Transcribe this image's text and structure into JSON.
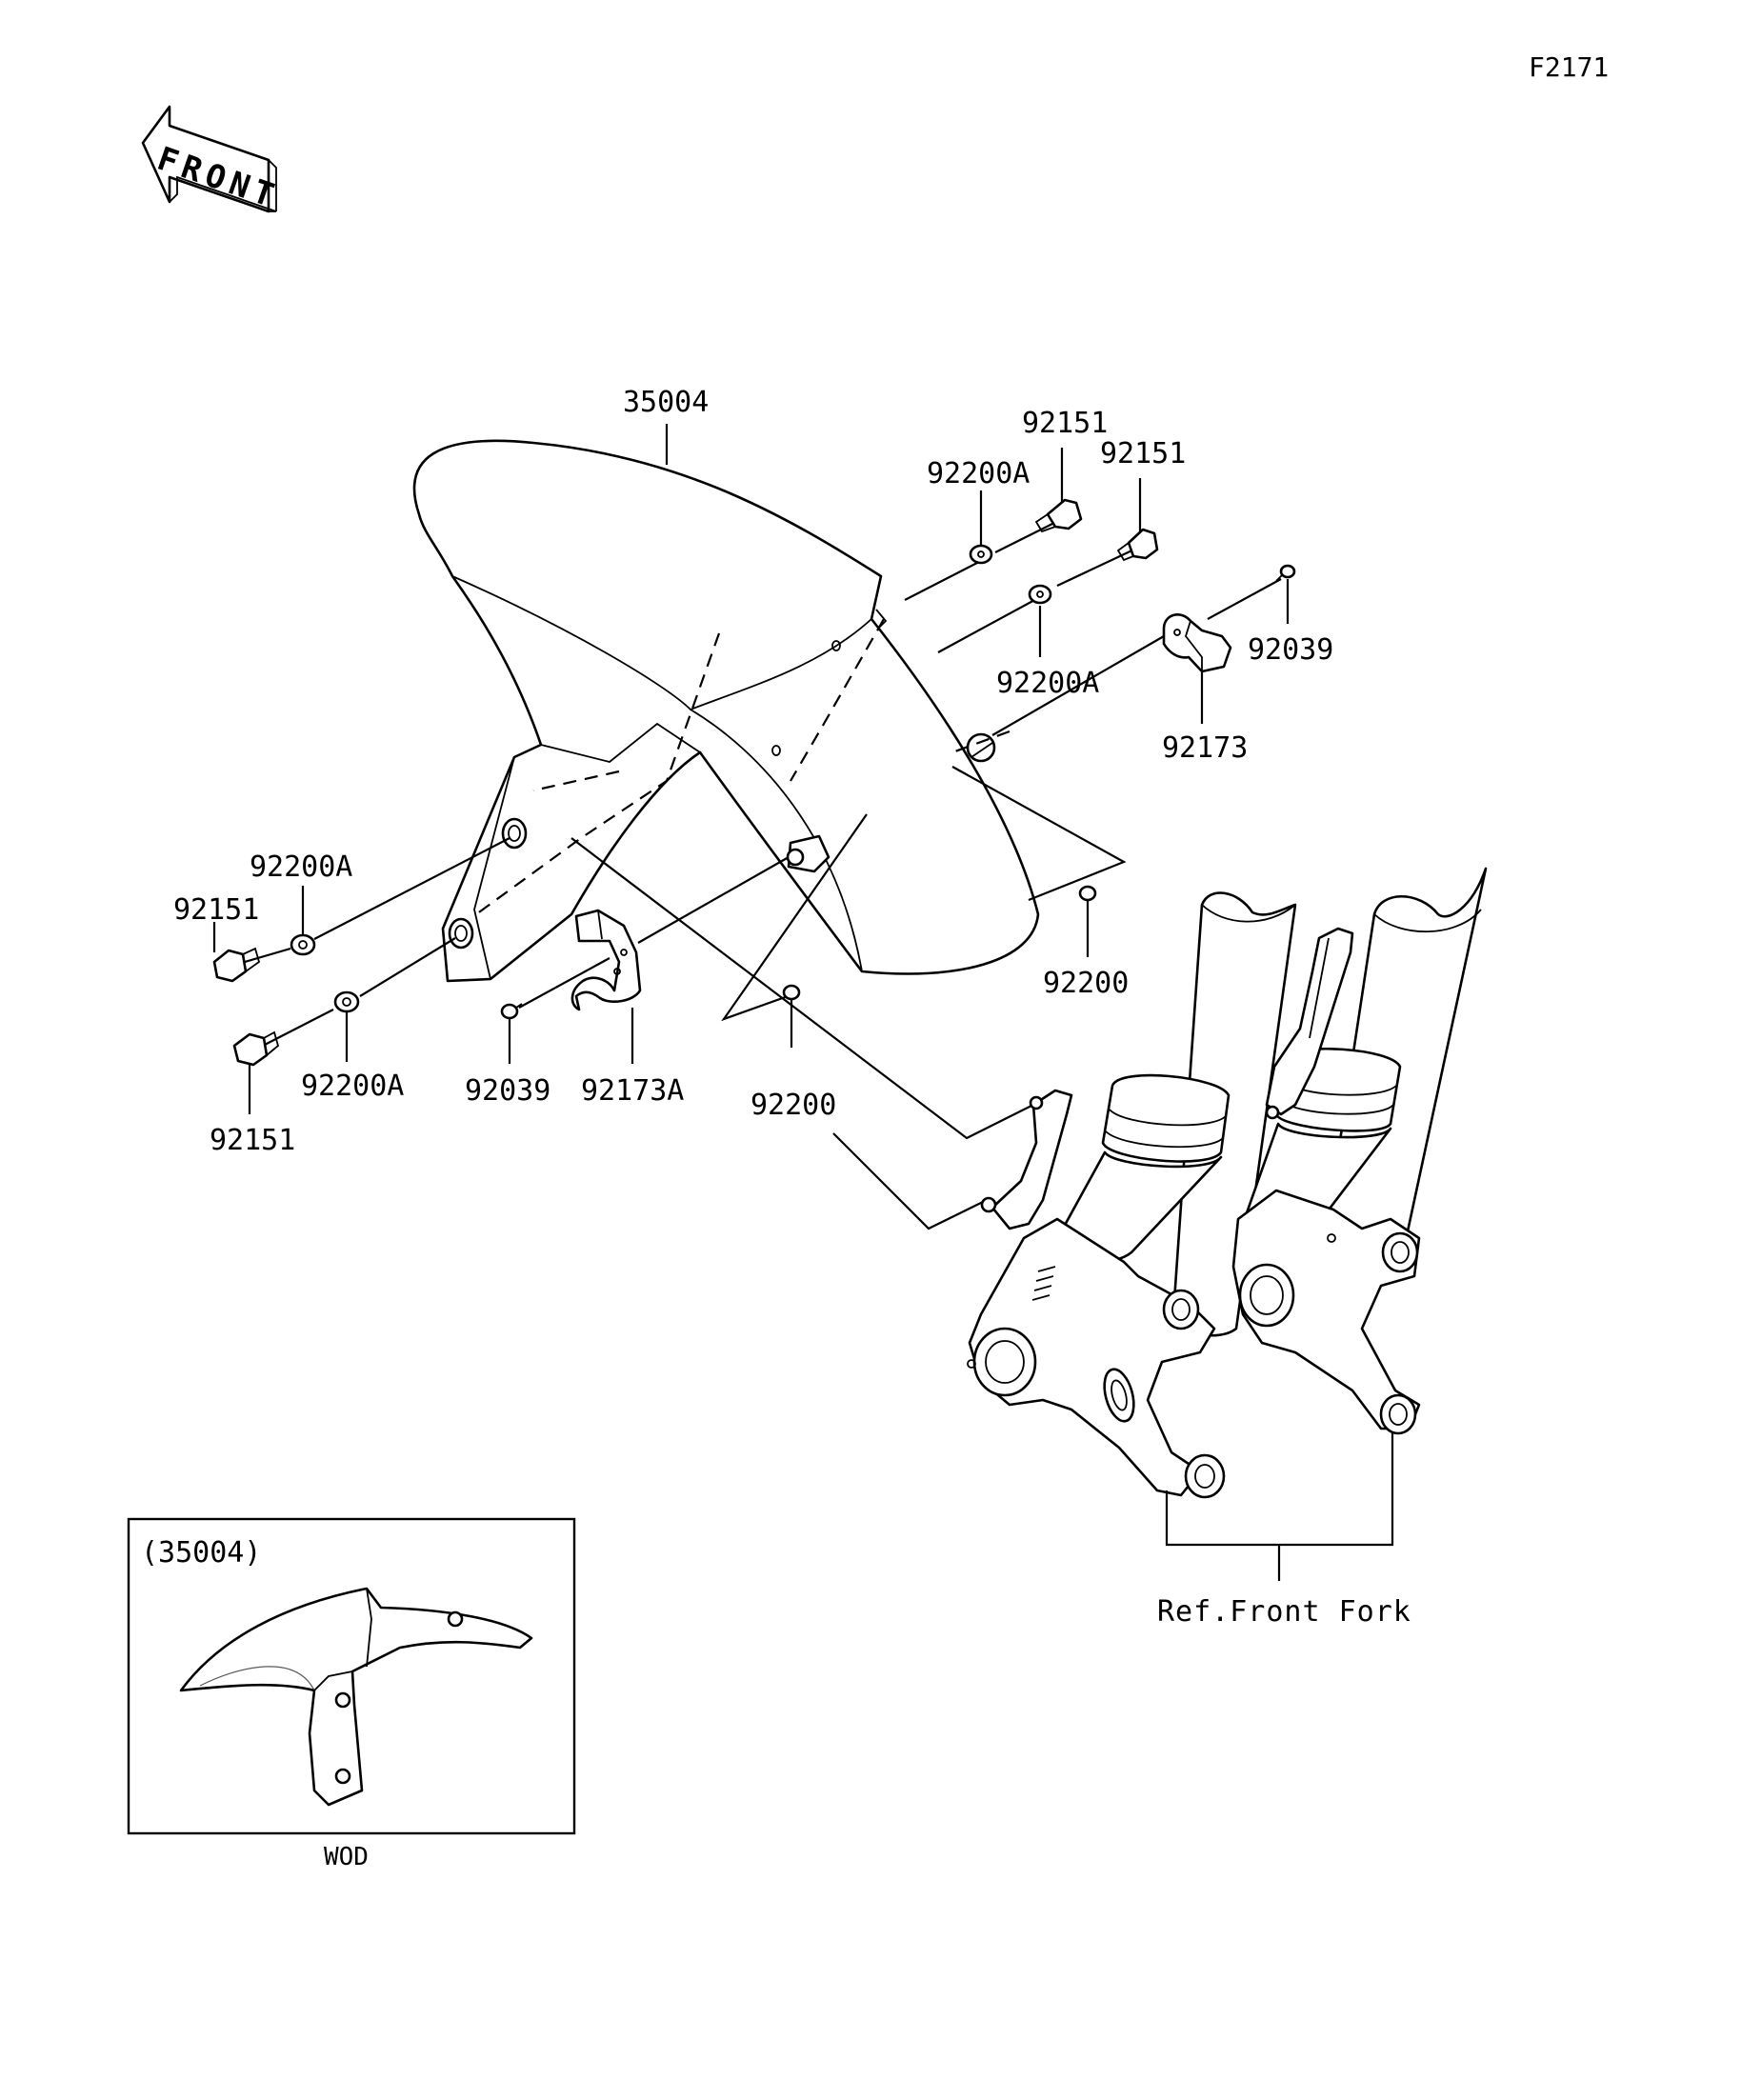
{
  "figure_code": "F2171",
  "front_arrow_label": "FRONT",
  "inset": {
    "part_ref": "(35004)",
    "caption": "WOD"
  },
  "callouts": {
    "fender": "35004",
    "bolt_top_1": "92151",
    "bolt_top_2": "92151",
    "washer_top_1": "92200A",
    "washer_top_2": "92200A",
    "screw_right": "92039",
    "clamp_right": "92173",
    "nut_right": "92200",
    "washer_left_1": "92200A",
    "bolt_left_1": "92151",
    "washer_left_2": "92200A",
    "bolt_left_2": "92151",
    "screw_left": "92039",
    "clamp_left": "92173A",
    "nut_center": "92200",
    "fork_ref": "Ref.Front Fork"
  }
}
